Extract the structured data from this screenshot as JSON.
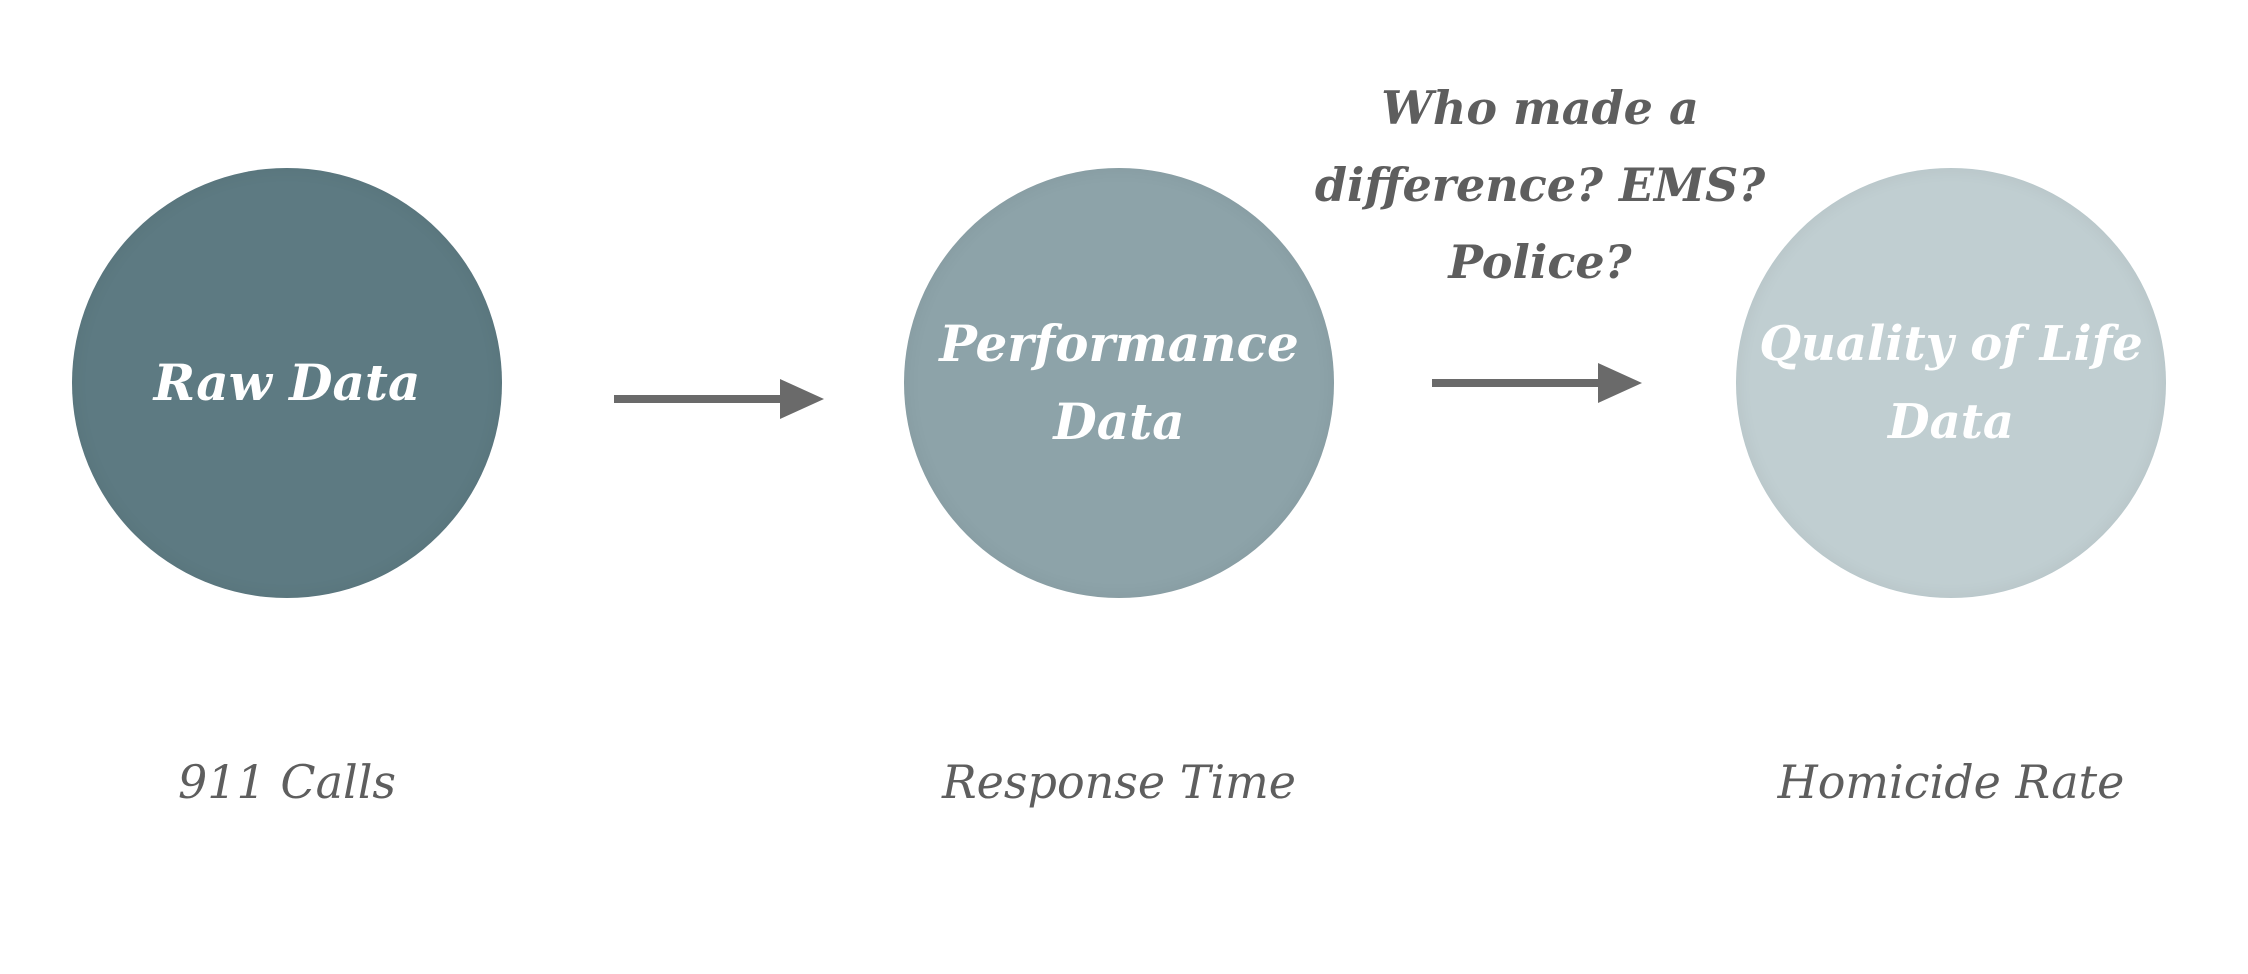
{
  "nodes": [
    {
      "label": "Raw Data",
      "caption": "911 Calls",
      "color": "#5d7a82"
    },
    {
      "label": "Performance Data",
      "caption": "Response Time",
      "color": "#8da3a9"
    },
    {
      "label": "Quality of Life Data",
      "caption": "Homicide Rate",
      "color": "#c0ced1"
    }
  ],
  "question": "Who made a difference? EMS? Police?",
  "arrow_color": "#6a6a6a"
}
